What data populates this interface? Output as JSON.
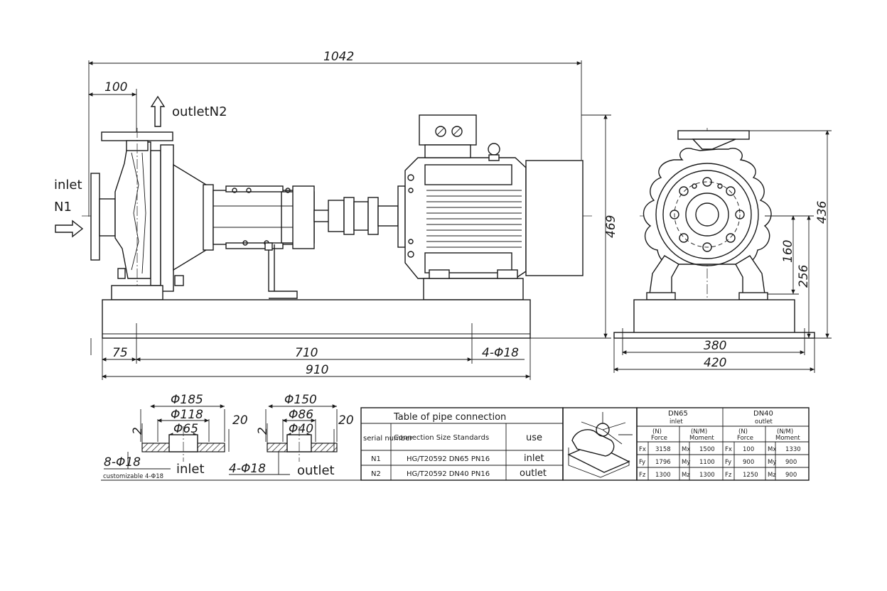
{
  "side_view": {
    "labels": {
      "outlet": "outletN2",
      "inlet_line1": "inlet",
      "inlet_line2": "N1"
    },
    "dimensions": {
      "overall_length": "1042",
      "inlet_offset": "100",
      "height": "469",
      "base_left": "75",
      "base_bolt_span": "710",
      "base_holes": "4-Φ18",
      "base_length": "910"
    }
  },
  "end_view": {
    "dimensions": {
      "total_height": "436",
      "center_height": "256",
      "outlet_height": "160",
      "bolt_span": "380",
      "base_width": "420"
    }
  },
  "flange_inlet": {
    "outer_dia": "Φ185",
    "bolt_circle": "Φ118",
    "bore": "Φ65",
    "left_thick": "2",
    "right_thick": "20",
    "holes": "8-Φ18",
    "note": "customizable 4-Φ18",
    "name": "inlet"
  },
  "flange_outlet": {
    "outer_dia": "Φ150",
    "bolt_circle": "Φ86",
    "bore": "Φ40",
    "left_thick": "2",
    "right_thick": "20",
    "holes": "4-Φ18",
    "name": "outlet"
  },
  "pipe_table": {
    "title": "Table of pipe connection",
    "headers": [
      "serial number",
      "Connection Size Standards",
      "use"
    ],
    "rows": [
      [
        "N1",
        "HG/T20592 DN65 PN16",
        "inlet"
      ],
      [
        "N2",
        "HG/T20592 DN40 PN16",
        "outlet"
      ]
    ]
  },
  "load_table": {
    "groups": [
      {
        "title": "DN65",
        "sub": "inlet",
        "col_heads": [
          "(N)",
          "Force",
          "(N/M)",
          "Moment"
        ],
        "rows": [
          [
            "Fx",
            "3158",
            "Mx",
            "1500"
          ],
          [
            "Fy",
            "1796",
            "My",
            "1100"
          ],
          [
            "Fz",
            "1300",
            "Mz",
            "1300"
          ]
        ]
      },
      {
        "title": "DN40",
        "sub": "outlet",
        "col_heads": [
          "(N)",
          "Force",
          "(N/M)",
          "Moment"
        ],
        "rows": [
          [
            "Fx",
            "100",
            "Mx",
            "1330"
          ],
          [
            "Fy",
            "900",
            "My",
            "900"
          ],
          [
            "Fz",
            "1250",
            "Mz",
            "900"
          ]
        ]
      }
    ]
  }
}
